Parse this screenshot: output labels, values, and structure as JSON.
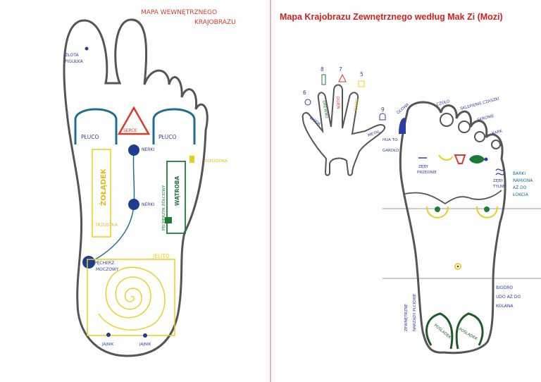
{
  "left_map": {
    "title_line1": "MAPA WEWNĘTRZNEGO",
    "title_line2": "KRAJOBRAZU",
    "labels": {
      "zlota_pigulka_1": "ZŁOTA",
      "zlota_pigulka_2": "PIGUŁKA",
      "pluco_left": "PŁUCO",
      "serce": "SERCE",
      "pluco_right": "PŁUCO",
      "nerki_top": "NERKI",
      "nerki_bottom": "NERKI",
      "sledziona": "ŚLEDZIONA",
      "zoladek": "ŻOŁĄDEK",
      "trzustka": "TRZUSTKA",
      "pecherzyk_zolciowy": "PĘCHERZYK ŻÓŁCIOWY",
      "watroba": "WĄTROBA",
      "pecherz_1": "PĘCHERZ",
      "pecherz_2": "MOCZOWY",
      "jelito": "JELITO",
      "jajnik_left": "JAJNIK",
      "jajnik_right": "JAJNIK"
    }
  },
  "right_map": {
    "title": "Mapa Krajobrazu Zewnętrznego według Mak Zi (Mozi)",
    "hand": {
      "numbers": {
        "n5": "5",
        "n6": "6",
        "n7": "7",
        "n8": "8",
        "n9": "9"
      },
      "finger_labels": {
        "woda": "WODA",
        "drewno": "DREWNO",
        "ogien": "OGIEŃ",
        "ziemia": "ZIEMIA",
        "metal": "METAL"
      },
      "hua_to_1": "HUA TO",
      "hua_to_2": "GARDŁO"
    },
    "labels": {
      "glowa": "GŁOWA",
      "czolo": "CZOŁO",
      "ciemie": "SKLEPIENIE CZASZKI",
      "skronie": "SKRONIE",
      "kark": "KARK",
      "zeby_przednie_1": "ZĘBY",
      "zeby_przednie_2": "PRZEDNIE",
      "zeby_tylne_1": "ZĘBY",
      "zeby_tylne_2": "TYLNE",
      "barki_1": "BARKI",
      "barki_2": "RAMIONA",
      "barki_3": "AŻ DO",
      "barki_4": "ŁOKCIA",
      "biodro_1": "BIODRO",
      "biodro_2": "UDO AŻ DO",
      "biodro_3": "KOLANA",
      "narzady_1": "ZEWNĘTRZNE",
      "narzady_2": "NARZĄDY PŁCIOWE",
      "posladek_left": "POŚLADEK",
      "posladek_right": "POŚLADEK"
    }
  },
  "colors": {
    "outline": "#555555",
    "red": "#d83a2b",
    "blue": "#2e3e9e",
    "teal": "#1f6d96",
    "yellow": "#e8cf1a",
    "green": "#1f7a3a",
    "darkgreen": "#1f5a2a"
  }
}
